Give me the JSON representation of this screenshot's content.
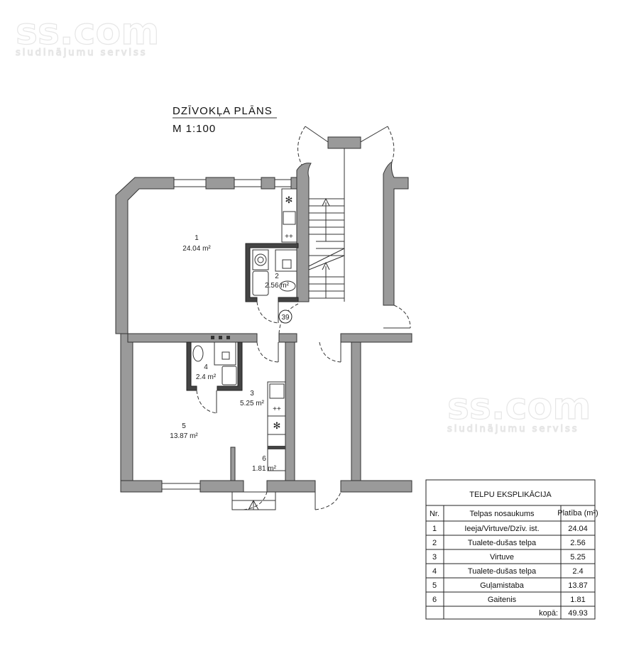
{
  "watermark": {
    "logo": "ss.com",
    "tagline": "sludinājumu serviss"
  },
  "plan": {
    "title": "DZĪVOKĻA PLĀNS",
    "scale": "M 1:100",
    "stair_number": "39",
    "rooms": [
      {
        "nr": "1",
        "area": "24.04 m²"
      },
      {
        "nr": "2",
        "area": "2.56 m²"
      },
      {
        "nr": "3",
        "area": "5.25 m²"
      },
      {
        "nr": "4",
        "area": "2.4 m²"
      },
      {
        "nr": "5",
        "area": "13.87 m²"
      },
      {
        "nr": "6",
        "area": "1.81 m²"
      }
    ]
  },
  "table": {
    "title": "TELPU EKSPLIKĀCIJA",
    "headers": [
      "Nr.",
      "Telpas nosaukums",
      "Platība (m²)"
    ],
    "rows": [
      [
        "1",
        "Ieeja/Virtuve/Dzīv. ist.",
        "24.04"
      ],
      [
        "2",
        "Tualete-dušas telpa",
        "2.56"
      ],
      [
        "3",
        "Virtuve",
        "5.25"
      ],
      [
        "4",
        "Tualete-dušas telpa",
        "2.4"
      ],
      [
        "5",
        "Guļamistaba",
        "13.87"
      ],
      [
        "6",
        "Gaitenis",
        "1.81"
      ]
    ],
    "total_label": "kopā:",
    "total_value": "49.93"
  }
}
